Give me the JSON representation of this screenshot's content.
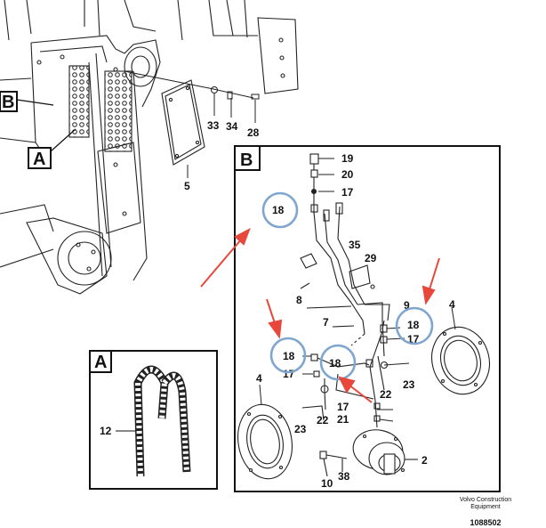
{
  "labels": {
    "A": "A",
    "B": "B"
  },
  "callouts": {
    "c2": "2",
    "c4a": "4",
    "c4b": "4",
    "c5": "5",
    "c7": "7",
    "c8": "8",
    "c9": "9",
    "c10": "10",
    "c12": "12",
    "c17a": "17",
    "c17b": "17",
    "c17c": "17",
    "c17d": "17",
    "c18a": "18",
    "c18b": "18",
    "c18c": "18",
    "c18d": "18",
    "c19": "19",
    "c20": "20",
    "c21": "21",
    "c22a": "22",
    "c22b": "22",
    "c23a": "23",
    "c23b": "23",
    "c28": "28",
    "c29": "29",
    "c33": "33",
    "c34": "34",
    "c35": "35",
    "c38": "38"
  },
  "footer": {
    "company": "Volvo Construction",
    "company2": "Equipment",
    "drawing_no": "1088502"
  },
  "colors": {
    "highlight_circle": "#7fa6cf",
    "arrow": "#e8473b",
    "line": "#111111"
  }
}
